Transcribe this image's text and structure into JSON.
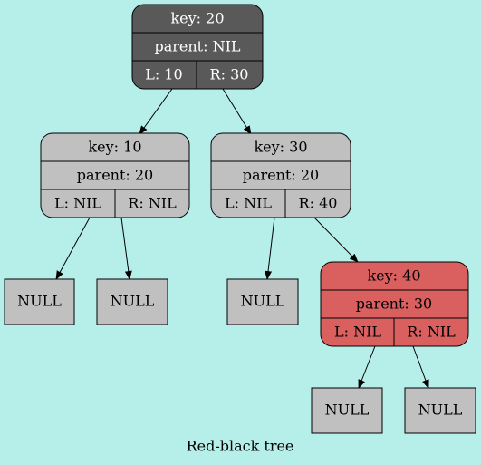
{
  "caption": "Red-black tree",
  "colors": {
    "background": "#b6efea",
    "black_node": "#595959",
    "gray_node": "#c0c0c0",
    "red_node": "#da5f5f",
    "border": "#000000"
  },
  "nodes": {
    "n20": {
      "key": "key: 20",
      "parent": "parent: NIL",
      "left": "L: 10",
      "right": "R: 30"
    },
    "n10": {
      "key": "key: 10",
      "parent": "parent: 20",
      "left": "L: NIL",
      "right": "R: NIL"
    },
    "n30": {
      "key": "key: 30",
      "parent": "parent: 20",
      "left": "L: NIL",
      "right": "R: 40"
    },
    "n40": {
      "key": "key: 40",
      "parent": "parent: 30",
      "left": "L: NIL",
      "right": "R: NIL"
    }
  },
  "null_label": "NULL"
}
